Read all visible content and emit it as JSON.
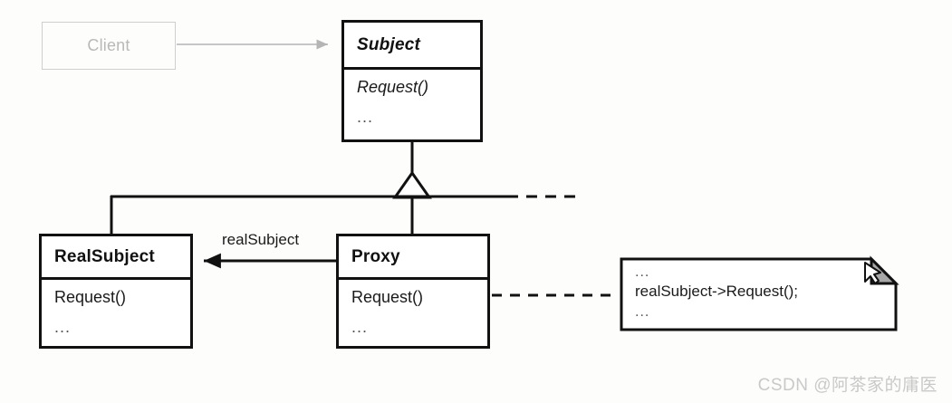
{
  "diagram": {
    "type": "uml-class-diagram",
    "pattern_name": "Proxy",
    "background_color": "#fdfdfb",
    "line_color": "#111111",
    "faded_color": "#c3c3c3"
  },
  "client": {
    "label": "Client",
    "style": "faded"
  },
  "subject": {
    "title": "Subject",
    "abstract": true,
    "operations": [
      "Request()"
    ],
    "ellipsis": "..."
  },
  "real_subject": {
    "title": "RealSubject",
    "abstract": false,
    "operations": [
      "Request()"
    ],
    "ellipsis": "..."
  },
  "proxy": {
    "title": "Proxy",
    "abstract": false,
    "operations": [
      "Request()"
    ],
    "ellipsis": "..."
  },
  "association": {
    "label": "realSubject",
    "from": "Proxy",
    "to": "RealSubject"
  },
  "note": {
    "lines": [
      "...",
      "realSubject->Request();",
      "..."
    ],
    "fold_color": "#a8a8a8"
  },
  "watermark": {
    "text": "CSDN @阿茶家的庸医",
    "color": "#c9c9c9"
  }
}
